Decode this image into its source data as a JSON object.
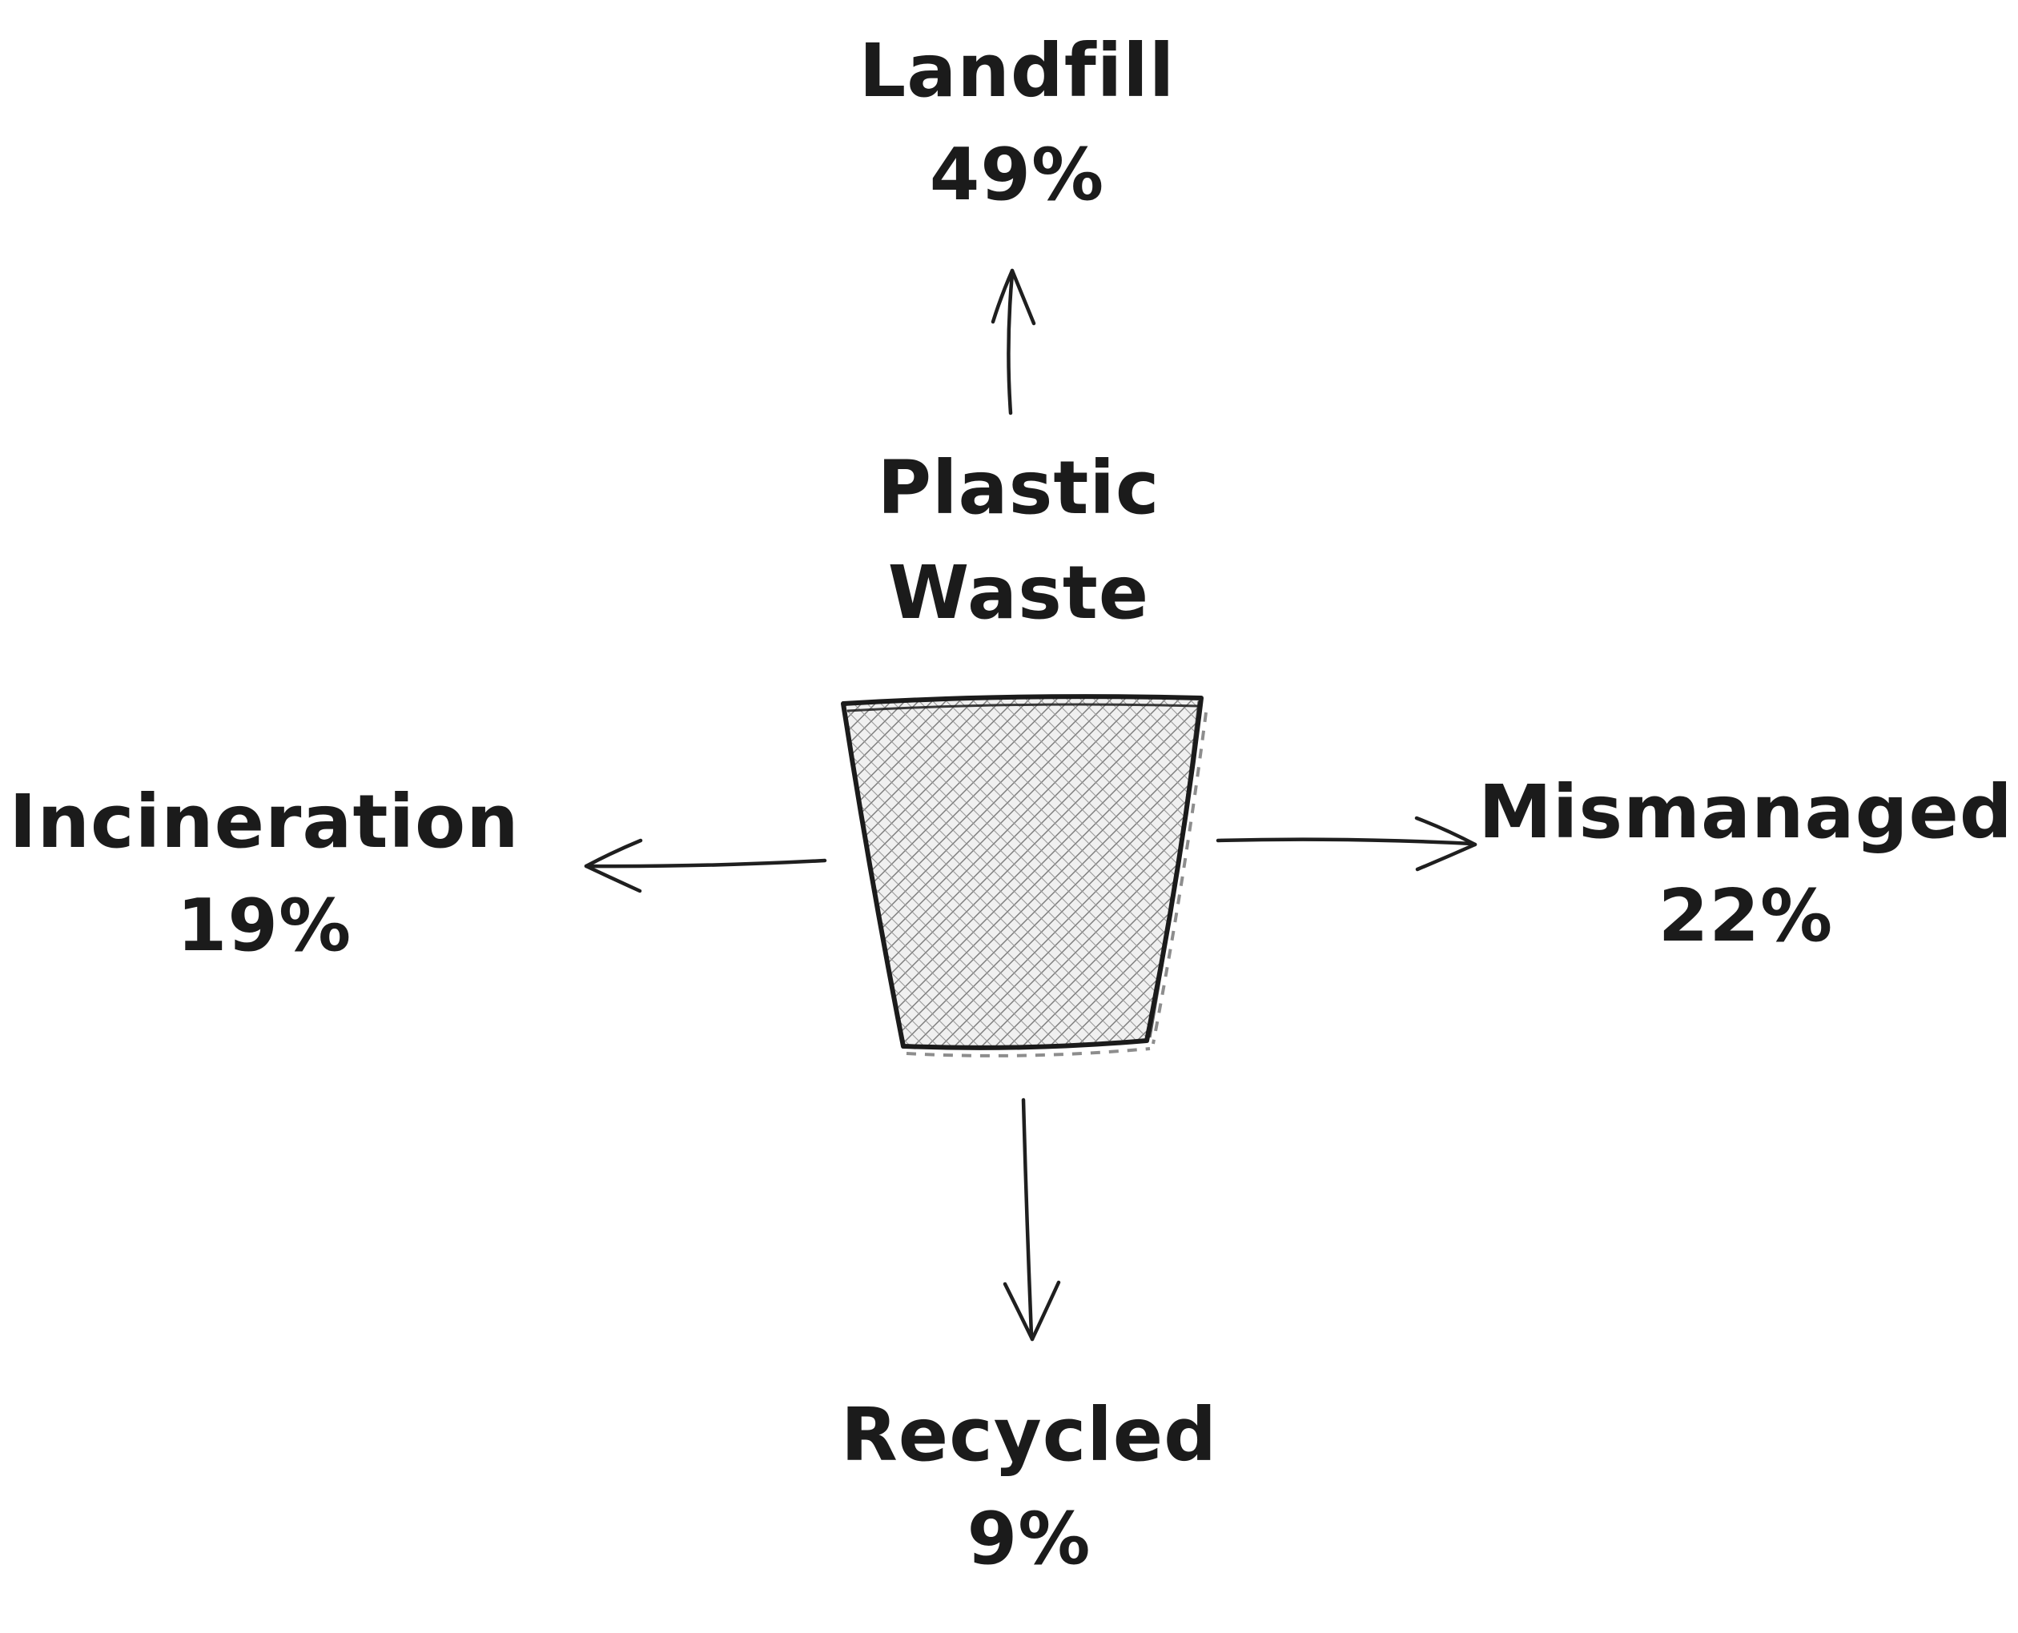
{
  "diagram": {
    "center_label": {
      "line1": "Plastic",
      "line2": "Waste"
    },
    "center_icon": "trash-bin",
    "branches": [
      {
        "direction": "up",
        "label": "Landfill",
        "value": "49%"
      },
      {
        "direction": "right",
        "label": "Mismanaged",
        "value": "22%"
      },
      {
        "direction": "down",
        "label": "Recycled",
        "value": "9%"
      },
      {
        "direction": "left",
        "label": "Incineration",
        "value": "19%"
      }
    ],
    "colors": {
      "ink": "#1b1b1b",
      "background": "#ffffff",
      "bin_fill": "#efefef",
      "hatch": "#777777"
    }
  },
  "chart_data": {
    "type": "pie",
    "title": "Plastic Waste",
    "categories": [
      "Landfill",
      "Mismanaged",
      "Incineration",
      "Recycled"
    ],
    "values": [
      49,
      22,
      19,
      9
    ],
    "unit": "%"
  }
}
